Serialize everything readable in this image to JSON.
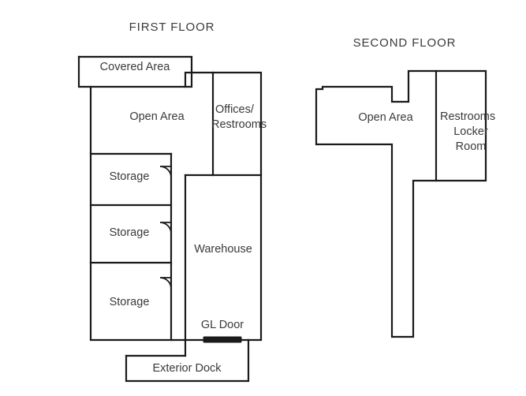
{
  "page": {
    "background_color": "#ffffff",
    "line_color": "#1a1a1a",
    "text_color": "#3a3a3a"
  },
  "titles": {
    "first_floor": "FIRST FLOOR",
    "second_floor": "SECOND FLOOR"
  },
  "first_floor": {
    "rooms": [
      {
        "id": "covered-area",
        "label": "Covered Area"
      },
      {
        "id": "open-area",
        "label": "Open Area"
      },
      {
        "id": "offices-restrooms-line1",
        "label": "Offices/"
      },
      {
        "id": "offices-restrooms-line2",
        "label": "Restrooms"
      },
      {
        "id": "storage-1",
        "label": "Storage"
      },
      {
        "id": "storage-2",
        "label": "Storage"
      },
      {
        "id": "storage-3",
        "label": "Storage"
      },
      {
        "id": "warehouse",
        "label": "Warehouse"
      },
      {
        "id": "gl-door",
        "label": "GL Door"
      },
      {
        "id": "exterior-dock",
        "label": "Exterior Dock"
      }
    ]
  },
  "second_floor": {
    "rooms": [
      {
        "id": "open-area",
        "label": "Open Area"
      },
      {
        "id": "restrooms-line1",
        "label": "Restrooms"
      },
      {
        "id": "restrooms-line2",
        "label": "Locker"
      },
      {
        "id": "restrooms-line3",
        "label": "Room"
      }
    ]
  },
  "chart_data": {
    "type": "diagram",
    "title": "Building Floor Plan",
    "panels": [
      {
        "name": "FIRST FLOOR",
        "spaces": [
          "Covered Area",
          "Open Area",
          "Offices/Restrooms",
          "Storage",
          "Storage",
          "Storage",
          "Warehouse",
          "GL Door",
          "Exterior Dock"
        ]
      },
      {
        "name": "SECOND FLOOR",
        "spaces": [
          "Open Area",
          "Restrooms Locker Room"
        ]
      }
    ]
  }
}
